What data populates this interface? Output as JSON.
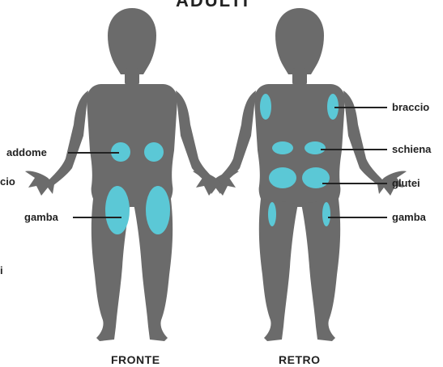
{
  "title": "ADULTI",
  "views": {
    "front": "FRONTE",
    "back": "RETRO"
  },
  "front_labels": {
    "abdomen": "addome",
    "leg": "gamba"
  },
  "back_labels": {
    "arm": "braccio",
    "back": "schiena",
    "glutes": "glutei",
    "leg": "gamba"
  },
  "cut_off_labels": {
    "arm_partial": "cio",
    "glutes_partial": "i"
  },
  "colors": {
    "body": "#6b6b6b",
    "zone": "#5bc8d6",
    "text": "#222222",
    "leader": "#222222"
  }
}
